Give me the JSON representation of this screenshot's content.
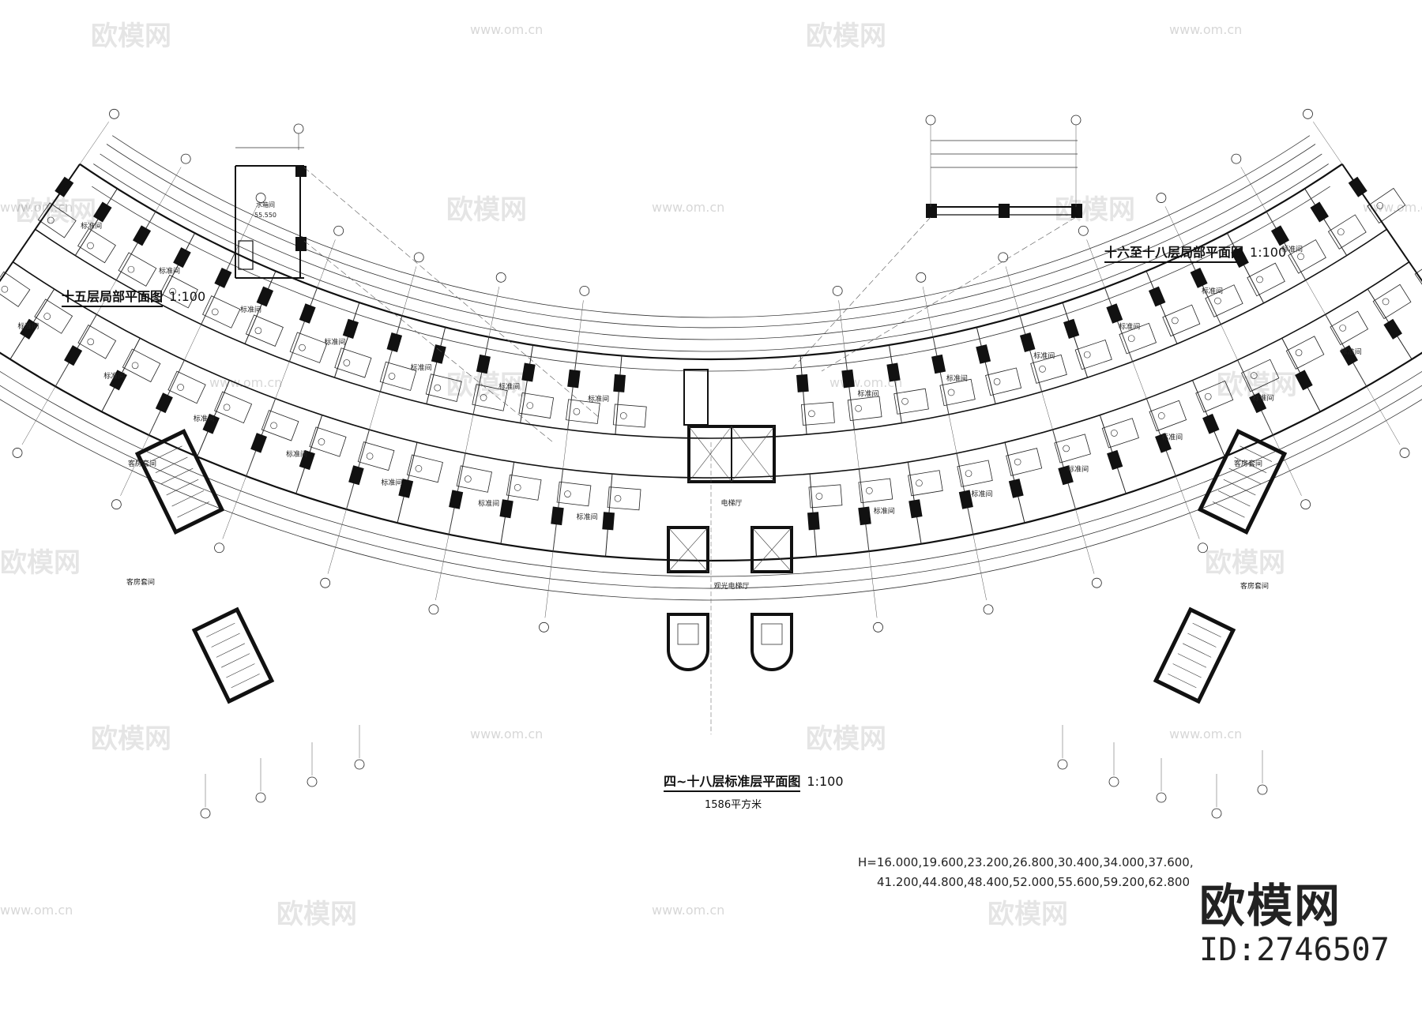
{
  "titles": {
    "floor15": "十五层局部平面图",
    "floor15_scale": "1:100",
    "floor16_18": "十六至十八层局部平面图",
    "floor16_18_scale": "1:100",
    "main": "四~十八层标准层平面图",
    "main_scale": "1:100"
  },
  "area": "1586平方米",
  "elevations": {
    "line1": "H=16.000,19.600,23.200,26.800,30.400,34.000,37.600,",
    "line2": "41.200,44.800,48.400,52.000,55.600,59.200,62.800"
  },
  "room_labels": {
    "standard_room": "标准间",
    "guest_suite": "客房套间",
    "elevator_hall": "电梯厅",
    "sightseeing_hall": "观光电梯厅",
    "tank_room": "水箱间",
    "tank_elev": "55.550"
  },
  "brand": {
    "logo": "欧模网",
    "id": "ID:2746507",
    "watermark": "欧模网",
    "url": "www.om.cn"
  }
}
